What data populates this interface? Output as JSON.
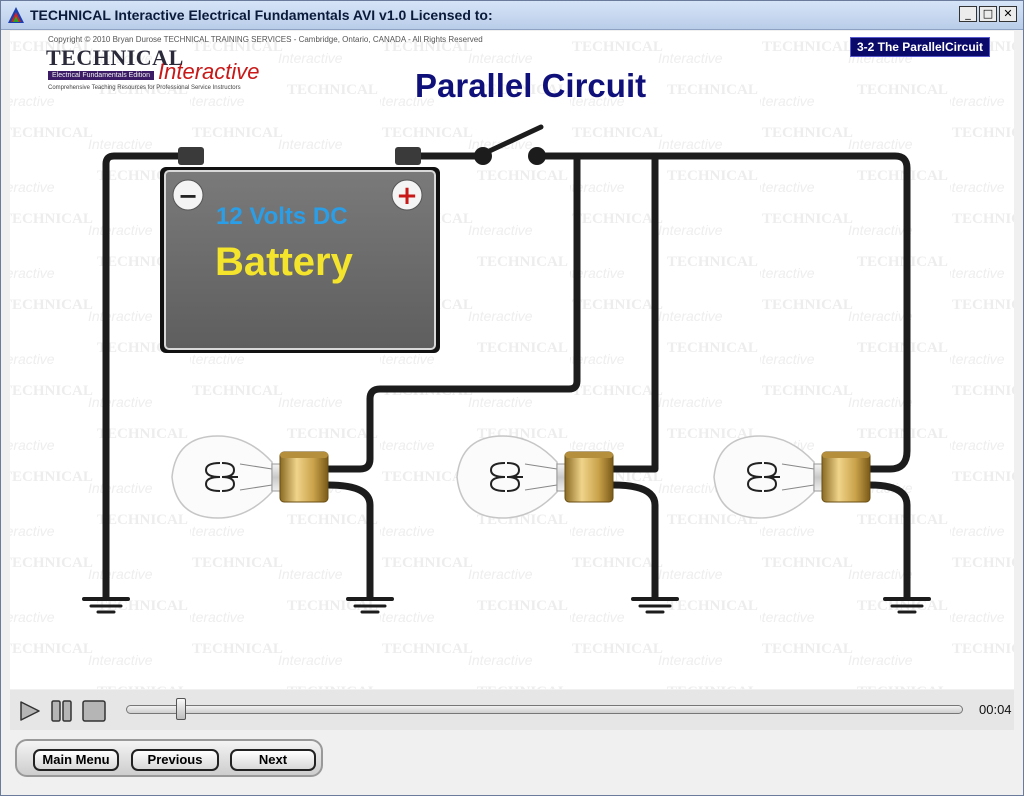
{
  "window": {
    "title": "TECHNICAL Interactive Electrical Fundamentals AVI v1.0    Licensed to:",
    "buttons": [
      "_",
      "□",
      "✕"
    ]
  },
  "header": {
    "copyright": "Copyright © 2010 Bryan Durose TECHNICAL TRAINING SERVICES - Cambridge, Ontario, CANADA - All Rights Reserved",
    "logo_technical": "TECHNICAL",
    "logo_interactive": "Interactive",
    "logo_edition": "Electrical Fundamentals Edition",
    "logo_tagline": "Comprehensive Teaching Resources for Professional Service Instructors",
    "lesson_badge": "3-2 The ParallelCircuit"
  },
  "diagram": {
    "title": "Parallel Circuit",
    "battery_voltage": "12 Volts DC",
    "battery_label": "Battery",
    "battery_negative": "−",
    "battery_positive": "+"
  },
  "player": {
    "time": "00:04",
    "progress": 0.06
  },
  "nav": {
    "main_menu": "Main Menu",
    "previous": "Previous",
    "next": "Next"
  },
  "colors": {
    "title_blue": "#10107a",
    "volts_blue": "#2b9ee8",
    "battery_yellow": "#f4e42c",
    "terminal_red": "#c81818",
    "badge_navy": "#0a0a6a"
  }
}
